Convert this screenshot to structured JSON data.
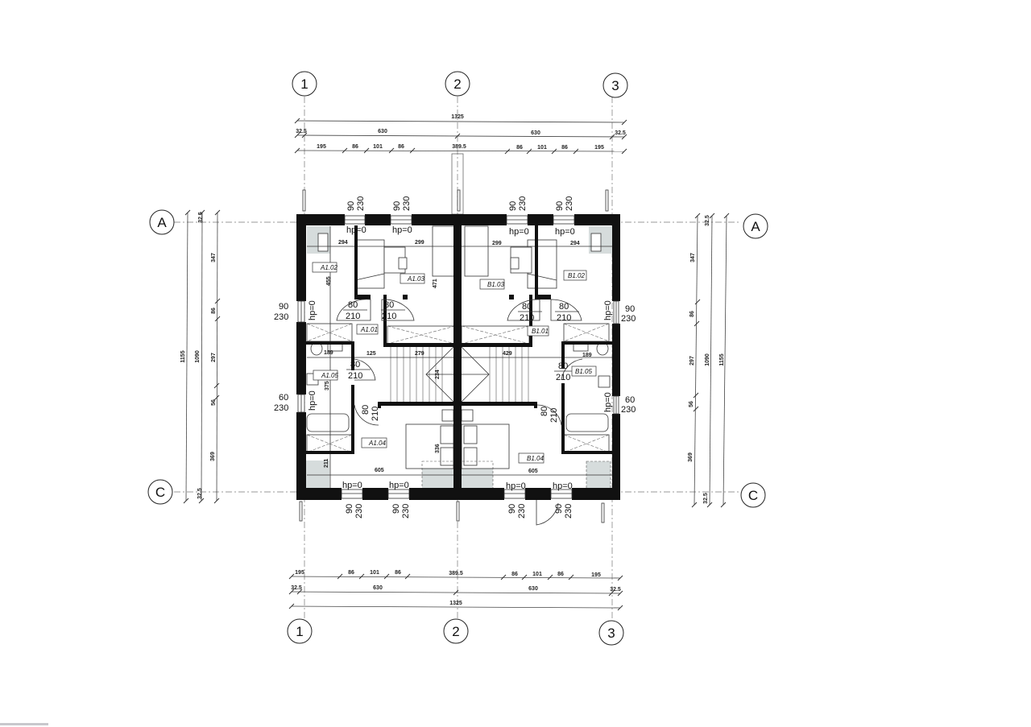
{
  "plan": {
    "axes_vertical": [
      "1",
      "2",
      "3"
    ],
    "axes_horizontal": [
      "A",
      "C"
    ],
    "top_dims": {
      "overall": "1325",
      "row2": [
        "32.5",
        "630",
        "630",
        "32.5"
      ],
      "row3": [
        "195",
        "86",
        "101",
        "86",
        "389.5",
        "86",
        "101",
        "86",
        "195"
      ]
    },
    "bottom_dims": {
      "overall": "1325",
      "row2": [
        "32.5",
        "630",
        "630",
        "32.5"
      ],
      "row1": [
        "195",
        "86",
        "101",
        "86",
        "389.5",
        "86",
        "101",
        "86",
        "195"
      ]
    },
    "left_dims": {
      "overall": "1155",
      "inner": "1090",
      "segments": [
        "32.5",
        "347",
        "86",
        "297",
        "56",
        "369",
        "32.5"
      ]
    },
    "right_dims": {
      "overall": "1155",
      "inner": "1090",
      "segments": [
        "32.5",
        "347",
        "86",
        "297",
        "56",
        "369",
        "32.5"
      ]
    },
    "rooms": {
      "a102": "A1.02",
      "a103": "A1.03",
      "a101": "A1.01",
      "a105": "A1.05",
      "a104": "A1.04",
      "b103": "B1.03",
      "b102": "B1.02",
      "b101": "B1.01",
      "b105": "B1.05",
      "b104": "B1.04"
    },
    "interior_dims": {
      "a102_w": "294",
      "a103_w": "299",
      "b103_w": "299",
      "b102_w": "294",
      "a102_h": "455",
      "a103_h": "471",
      "a101_w": "189",
      "hall_a": "125",
      "stair_a": "279",
      "stair_b": "429",
      "b101_w": "189",
      "a105_h": "375",
      "stair_h": "234",
      "living_h": "336",
      "a104_w": "605",
      "b104_w": "605",
      "a104_h": "211"
    },
    "windows": {
      "w_width_90": "90",
      "w_width_60": "60",
      "w_height": "230",
      "sill": "hp=0"
    },
    "doors": {
      "d_width": "80",
      "d_height": "210"
    }
  }
}
